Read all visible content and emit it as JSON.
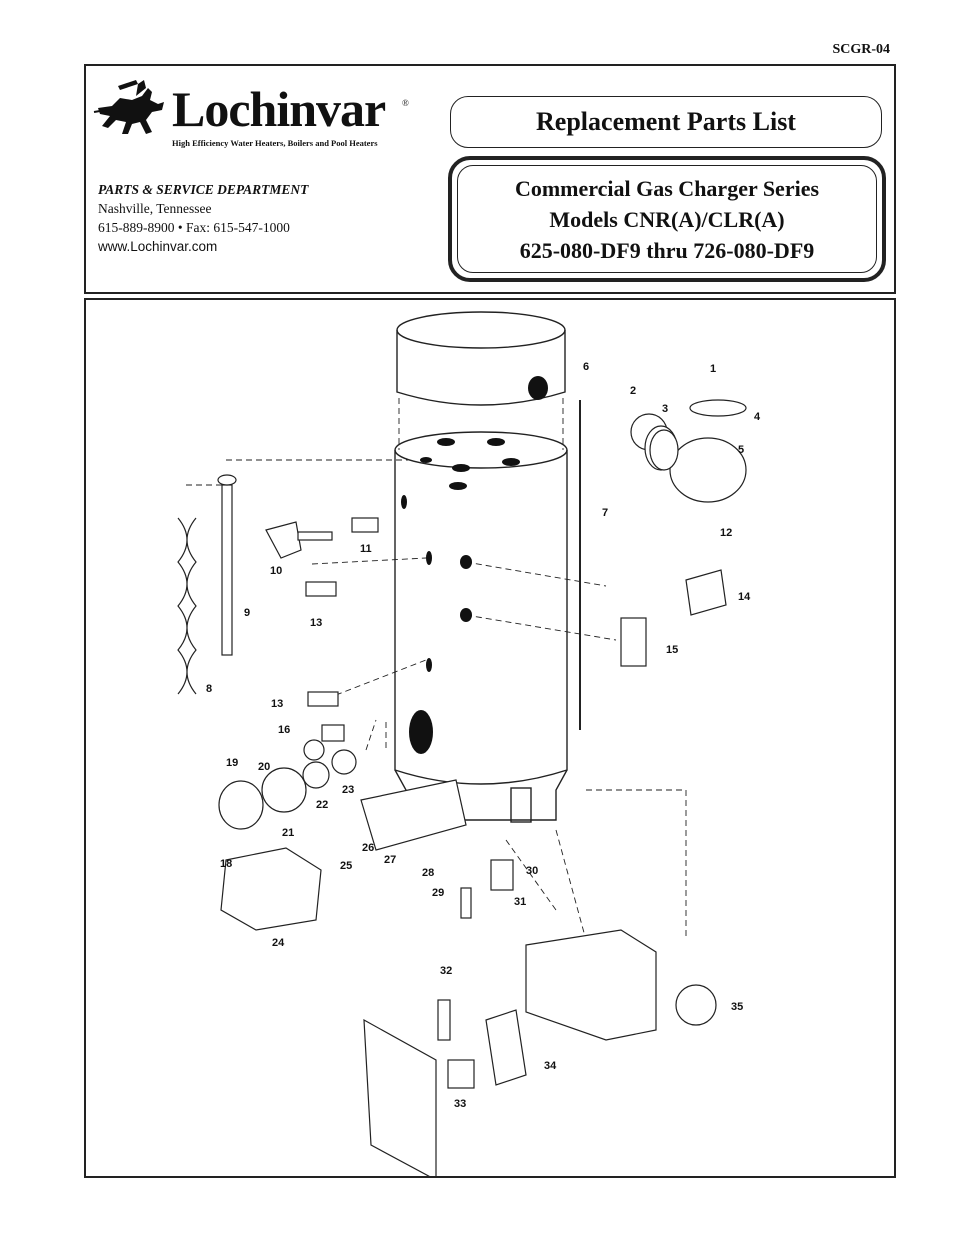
{
  "doc_code": "SCGR-04",
  "brand": {
    "name": "Lochinvar",
    "registered": "®",
    "tagline": "High Efficiency Water Heaters, Boilers and Pool Heaters"
  },
  "department": {
    "title": "PARTS & SERVICE DEPARTMENT",
    "city": "Nashville, Tennessee",
    "phone": "615-889-8900 • Fax: 615-547-1000",
    "website": "www.Lochinvar.com"
  },
  "document_title": "Replacement Parts List",
  "series": {
    "line1": "Commercial Gas Charger Series",
    "line2": "Models CNR(A)/CLR(A)",
    "line3": "625-080-DF9 thru 726-080-DF9"
  },
  "part_labels": [
    "1",
    "2",
    "3",
    "4",
    "5",
    "6",
    "7",
    "8",
    "9",
    "10",
    "11",
    "12",
    "13",
    "13",
    "14",
    "15",
    "16",
    "19",
    "20",
    "21",
    "22",
    "23",
    "18",
    "25",
    "26",
    "27",
    "28",
    "29",
    "30",
    "31",
    "24",
    "32",
    "33",
    "34",
    "35"
  ]
}
